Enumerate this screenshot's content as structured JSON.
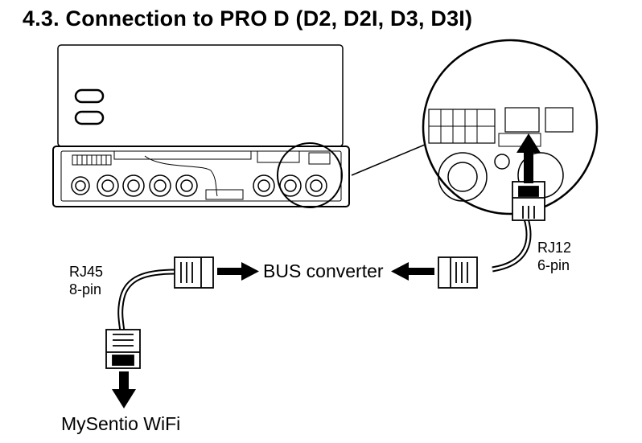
{
  "heading": "4.3. Connection to PRO D (D2, D2I, D3, D3I)",
  "labels": {
    "bus_converter": "BUS converter",
    "rj12_line1": "RJ12",
    "rj12_line2": "6-pin",
    "rj45_line1": "RJ45",
    "rj45_line2": "8-pin",
    "mysentio": "MySentio WiFi"
  },
  "icons": [
    "rj45-connector-icon",
    "rj12-connector-icon",
    "arrow-right-icon",
    "arrow-left-icon",
    "arrow-up-icon",
    "arrow-down-icon"
  ]
}
